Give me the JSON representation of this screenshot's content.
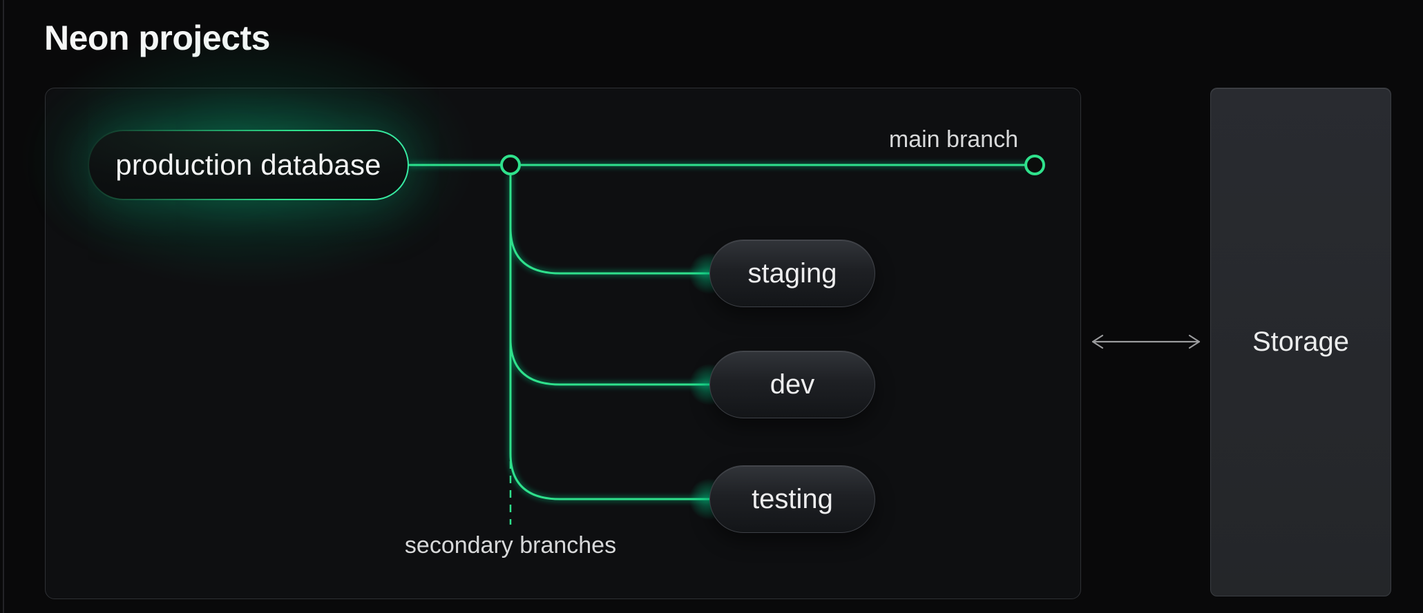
{
  "title": "Neon projects",
  "colors": {
    "accent_green": "#2fe18c",
    "glow_green": "#00e599",
    "panel_background": "#0e0f11",
    "storage_background": "#27292d",
    "page_background": "#09090a"
  },
  "diagram": {
    "production_node": "production database",
    "main_branch_label": "main branch",
    "secondary_branches_label": "secondary branches",
    "secondary_branches": [
      {
        "label": "staging"
      },
      {
        "label": "dev"
      },
      {
        "label": "testing"
      }
    ]
  },
  "storage": {
    "label": "Storage"
  }
}
